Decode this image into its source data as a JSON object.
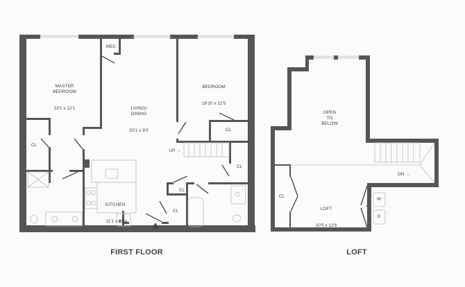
{
  "floors": [
    {
      "title": "FIRST FLOOR",
      "rooms": [
        {
          "name": "MASTER\nBEDROOM",
          "dims": "13'1 x 12'1"
        },
        {
          "name": "MEC",
          "dims": ""
        },
        {
          "name": "LIVING/\nDINING",
          "dims": "20'1 x 9'2"
        },
        {
          "name": "BEDROOM",
          "dims": "16'10 x 11'5"
        },
        {
          "name": "KITCHEN",
          "dims": "11'1 x 8'1"
        }
      ],
      "closets": [
        "CL",
        "CL",
        "CL",
        "CL",
        "CL"
      ],
      "fixtures": {
        "ref": "REF",
        "stairs": "UP"
      }
    },
    {
      "title": "LOFT",
      "rooms": [
        {
          "name": "OPEN\nTO\nBELOW",
          "dims": ""
        },
        {
          "name": "LOFT",
          "dims": "10'5 x 12'6"
        }
      ],
      "closets": [
        "CL"
      ],
      "fixtures": {
        "washer": "W",
        "dryer": "D",
        "stairs": "DN"
      }
    }
  ],
  "colors": {
    "wall": "#555555",
    "background": "#fbfbfb",
    "fixture": "#bbbbbb"
  }
}
